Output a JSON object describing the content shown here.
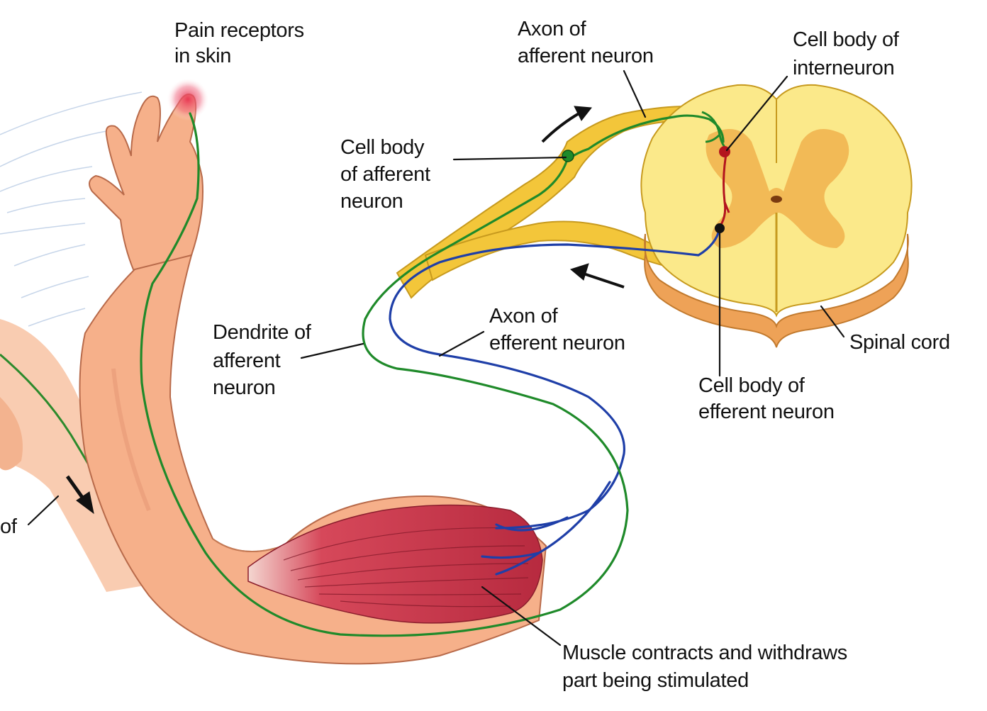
{
  "labels": {
    "pain_receptors": [
      "Pain receptors",
      "in skin"
    ],
    "axon_afferent": [
      "Axon of",
      "afferent neuron"
    ],
    "cell_body_interneuron": [
      "Cell body of",
      "interneuron"
    ],
    "cell_body_afferent": [
      "Cell body",
      "of afferent",
      "neuron"
    ],
    "dendrite_afferent": [
      "Dendrite of",
      "afferent",
      "neuron"
    ],
    "axon_efferent": [
      "Axon of",
      "efferent neuron"
    ],
    "spinal_cord": "Spinal cord",
    "cell_body_efferent": [
      "Cell body of",
      "efferent neuron"
    ],
    "muscle": [
      "Muscle contracts and withdraws",
      "part being stimulated"
    ],
    "cropped_left": "of"
  },
  "colors": {
    "skin": "#f6b08a",
    "skin_shadow": "#e98f67",
    "muscle": "#c8374a",
    "afferent_nerve": "#1f8a2a",
    "efferent_nerve": "#1f3fa8",
    "nerve_sheath": "#f3c63a",
    "cord_white_matter": "#fbe98a",
    "cord_gray_matter": "#f0b24c",
    "cord_side": "#eea257",
    "interneuron": "#b3141e",
    "receptor_glow": "#e8334f"
  }
}
